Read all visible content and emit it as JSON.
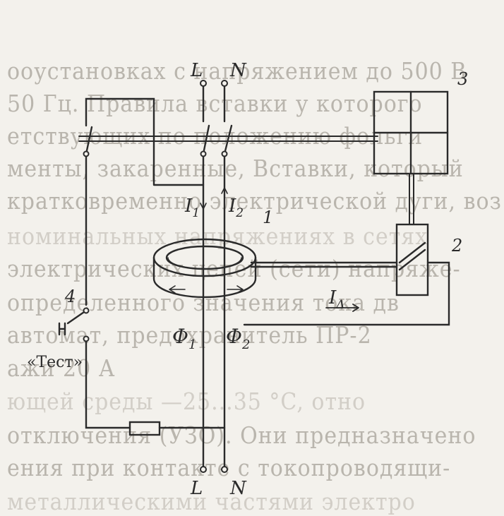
{
  "labels": {
    "line_top": "L",
    "neutral_top": "N",
    "line_bottom": "L",
    "neutral_bottom": "N",
    "current_1": "I",
    "current_1_sub": "1",
    "current_2": "I",
    "current_2_sub": "2",
    "flux_1": "Φ",
    "flux_1_sub": "1",
    "flux_2": "Φ",
    "flux_2_sub": "2",
    "diff_current": "I",
    "diff_current_sub": "Δ",
    "num_core": "1",
    "num_relay": "2",
    "num_mechanism": "3",
    "num_button": "4",
    "test_button": "«Тест»"
  },
  "background_text": [
    "ооустановках с напряжением до 500 В",
    "50 Гц. Правила вставки у которого",
    "етствующих по положению фольги",
    "менты, закаренные, Вставки, который",
    "кратковременно электрической дуги, воз",
    "номинальных напряжениях в сетях",
    "электрических цепей (сети) напряже-",
    "определенного значения тока дв",
    "автомат, предохранитель ПР-2",
    "ажи 20 А",
    "ющей среды —25...35 °C, отно",
    "отключения (УЗО). Они предназначено",
    "ения при контакте с токопроводящи-",
    "металлическими частями электро"
  ]
}
